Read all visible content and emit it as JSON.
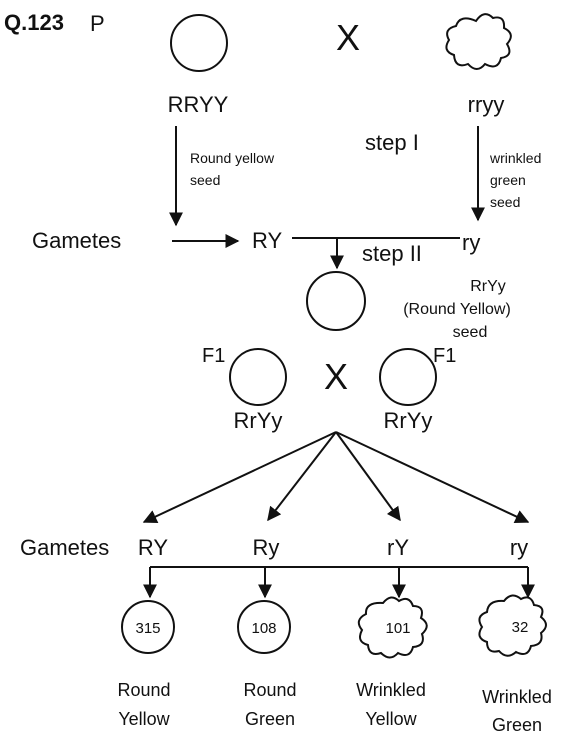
{
  "question_label": "Q.123",
  "parent_label": "P",
  "cross_symbol": "X",
  "parent1": {
    "genotype": "RRYY",
    "phenotype_line1": "Round yellow",
    "phenotype_line2": "seed",
    "shape": "circle"
  },
  "parent2": {
    "genotype": "rryy",
    "phenotype_line1": "wrinkled",
    "phenotype_line2": "green",
    "phenotype_line3": "seed",
    "shape": "wrinkled"
  },
  "step1_label": "step I",
  "step2_label": "step II",
  "gametes_label": "Gametes",
  "p_gamete1": "RY",
  "p_gamete2": "ry",
  "f1_result": {
    "genotype": "RrYy",
    "phenotype": "(Round Yellow)",
    "word": "seed"
  },
  "f1_label": "F1",
  "f1_genotype": "RrYy",
  "f2_gametes": [
    "RY",
    "Ry",
    "rY",
    "ry"
  ],
  "offspring": [
    {
      "count": "315",
      "line1": "Round",
      "line2": "Yellow",
      "shape": "circle"
    },
    {
      "count": "108",
      "line1": "Round",
      "line2": "Green",
      "shape": "circle"
    },
    {
      "count": "101",
      "line1": "Wrinkled",
      "line2": "Yellow",
      "shape": "wrinkled"
    },
    {
      "count": "32",
      "line1": "Wrinkled",
      "line2": "Green",
      "shape": "wrinkled"
    }
  ],
  "colors": {
    "ink": "#111111",
    "background": "#ffffff"
  }
}
